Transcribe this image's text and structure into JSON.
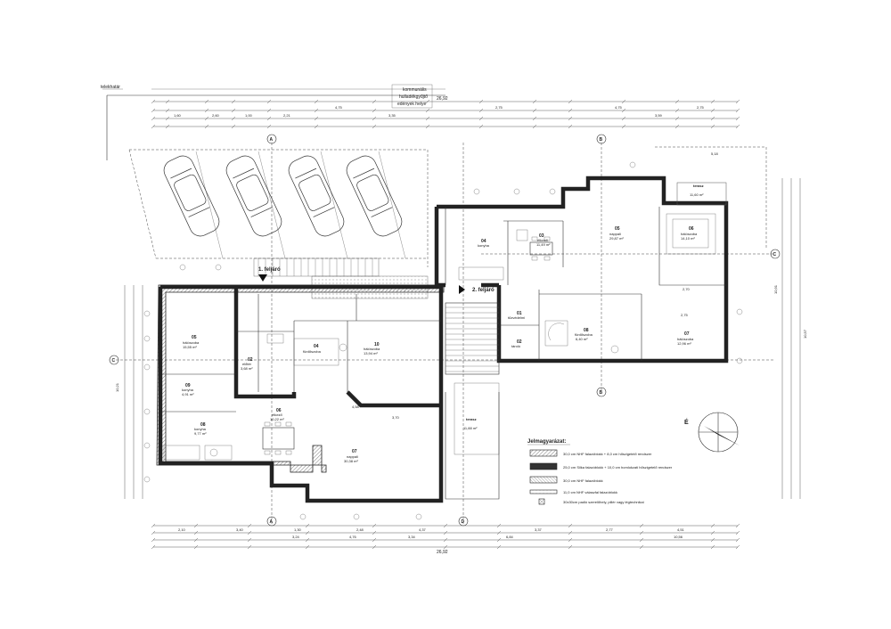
{
  "top_labels": {
    "property_line": "telekhatár",
    "waste_area": [
      "kommunális",
      "hulladékgyűjtő",
      "edények helye"
    ]
  },
  "entrances": {
    "entrance_1": "1. feljáró",
    "entrance_2": "2. feljáró"
  },
  "axes": [
    "A",
    "B",
    "C",
    "D"
  ],
  "rooms": [
    {
      "num": "01",
      "name": "tűzvédelmi",
      "area": ""
    },
    {
      "num": "02",
      "name": "tároló",
      "area": ""
    },
    {
      "num": "03",
      "name": "étkező",
      "area": "11,49 m²"
    },
    {
      "num": "04",
      "name": "konyha",
      "area": ""
    },
    {
      "num": "05",
      "name": "nappali",
      "area": "29,87 m²"
    },
    {
      "num": "06",
      "name": "hálószoba",
      "area": "14,10 m²"
    },
    {
      "num": "07",
      "name": "hálószoba",
      "area": "12,96 m²"
    },
    {
      "num": "08",
      "name": "fürdőszoba",
      "area": "6,40 m²"
    },
    {
      "num": "05",
      "name": "hálószoba",
      "area": "15,55 m²"
    },
    {
      "num": "09",
      "name": "konyha",
      "area": "4,91 m²"
    },
    {
      "num": "08",
      "name": "konyha",
      "area": "9,77 m²"
    },
    {
      "num": "06",
      "name": "étkező",
      "area": "10,22 m²"
    },
    {
      "num": "07",
      "name": "nappali",
      "area": "30,38 m²"
    },
    {
      "num": "10",
      "name": "hálószoba",
      "area": "13,94 m²"
    },
    {
      "num": "02",
      "name": "előtér",
      "area": "3,68 m²"
    },
    {
      "num": "04",
      "name": "fürdőszoba",
      "area": ""
    },
    {
      "num": "",
      "name": "terasz",
      "area": "11,88 m²"
    },
    {
      "num": "",
      "name": "terasz",
      "area": "11,60 m²"
    }
  ],
  "dimensions": {
    "top_total": "26,92",
    "bottom_total": "26,92",
    "top_row": [
      "1,60",
      "2,60",
      "1,00",
      "2,21",
      "4,75",
      "3,35",
      "2,75",
      "4,75",
      "3,59",
      "2,75"
    ],
    "bottom_row": [
      "2,10",
      "3,40",
      "1,30",
      "2,48",
      "4,37",
      "3,37",
      "2,77",
      "4,51"
    ],
    "side_values": [
      "10,91",
      "10,21",
      "10,57"
    ],
    "misc": [
      "5,18",
      "4,58",
      "3,70",
      "2,70",
      "2,75",
      "3,24",
      "4,76",
      "3,34",
      "6,84",
      "10,56"
    ]
  },
  "legend": {
    "title": "Jelmagyarázat:",
    "items": [
      "30,0 cm NHF falazóblokk + 8,0 cm hőszigetelő rendszer",
      "25,0 cm Silka falazóblokk + 10,0 cm homlokzati hőszigetelő rendszer",
      "30,0 cm NHF falazóblokk",
      "11,0 cm NHF válaszfal falazóblokk",
      "30x30cm padló szerelőhely, pillér vagy légtechnikai"
    ]
  },
  "north_label": "É"
}
